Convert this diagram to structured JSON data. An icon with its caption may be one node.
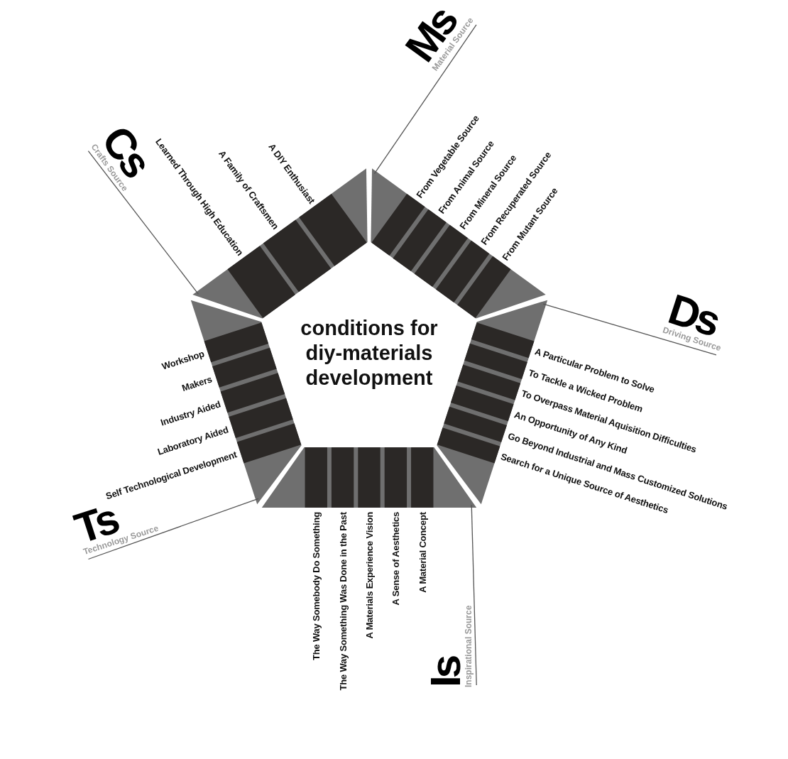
{
  "diagram": {
    "nodes": [
      {
        "text": [
          "conditions for diy-materials development"
        ]
      },
      {
        "text": [],
        "shape": "bar",
        "beside": [
          "Learned Through High Education",
          "A Family of Craftsmen",
          "A DIY Enthusiast"
        ]
      },
      {
        "text": [
          "Cs",
          "Crafts Source"
        ]
      },
      {
        "text": [],
        "shape": "bar",
        "beside": [
          "From Vegetable Source",
          "From Animal Source",
          "From Mineral Source",
          "From Recuperated Source",
          "From Mutant Source"
        ]
      },
      {
        "text": [
          "Ms",
          "Material Source"
        ]
      },
      {
        "text": [],
        "shape": "bar",
        "beside": [
          "A Particular Problem to Solve",
          "To Tackle a Wicked Problem",
          "To Overpass Material Aquisition Difficulties",
          "An Opportunity of Any Kind",
          "Go Beyond Industrial and Mass Customized Solutions",
          "Search for a Unique Source of Aesthetics"
        ]
      },
      {
        "text": [
          "Ds",
          "Driving Source"
        ]
      },
      {
        "text": [],
        "shape": "bar",
        "beside": [
          "The Way Somebody Do Something",
          "The Way Something Was Done in the Past",
          "A Materials Experience Vision",
          "A Sense of Aesthetics",
          "A Material Concept"
        ]
      },
      {
        "text": [
          "Is",
          "Inspirational Source"
        ]
      },
      {
        "text": [],
        "shape": "bar",
        "beside": [
          "Workshop",
          "Makers",
          "Industry Aided",
          "Laboratory Aided",
          "Self Technological Development"
        ]
      },
      {
        "text": [
          "Ts",
          "Technology Source"
        ]
      }
    ],
    "edges": [
      {
        "from": 1,
        "to": 2,
        "arrow": "none"
      },
      {
        "from": 3,
        "to": 4,
        "arrow": "none"
      },
      {
        "from": 5,
        "to": 6,
        "arrow": "none"
      },
      {
        "from": 7,
        "to": 8,
        "arrow": "none"
      },
      {
        "from": 9,
        "to": 10,
        "arrow": "none"
      }
    ]
  }
}
